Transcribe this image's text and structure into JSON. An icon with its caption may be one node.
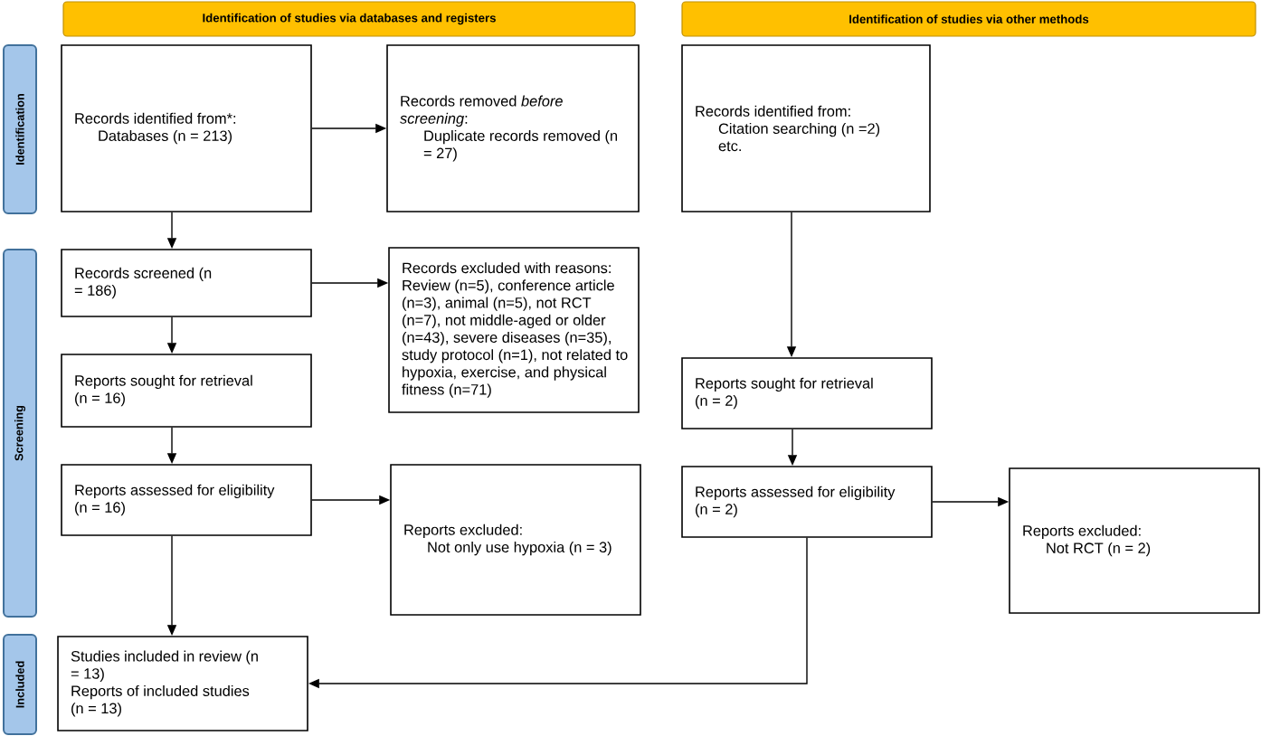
{
  "diagram": {
    "nodes": [
      {
        "text": [
          "Identification of studies via databases and registers"
        ]
      },
      {
        "text": [
          "Identification of studies via other methods"
        ]
      },
      {
        "text": [
          "Identification"
        ]
      },
      {
        "text": [
          "Screening"
        ]
      },
      {
        "text": [
          "Included"
        ]
      },
      {
        "text": [
          "Records identified from*:",
          "Databases (n = 213)"
        ]
      },
      {
        "text": [
          "Records removed *before screening*:",
          "Duplicate records removed (n = 27)"
        ]
      },
      {
        "text": [
          "Records identified from:",
          "Citation searching (n =2)",
          "etc."
        ]
      },
      {
        "text": [
          "Records screened (n = 186)"
        ]
      },
      {
        "text": [
          "Records excluded with reasons: Review (n=5), conference article (n=3), animal (n=5), not RCT (n=7), not middle-aged or older (n=43), severe diseases (n=35), study protocol (n=1), not related to hypoxia, exercise, and physical fitness (n=71)"
        ]
      },
      {
        "text": [
          "Reports sought for retrieval (n = 16)"
        ]
      },
      {
        "text": [
          "Reports sought for retrieval (n = 2)"
        ]
      },
      {
        "text": [
          "Reports assessed for eligibility (n = 16)"
        ]
      },
      {
        "text": [
          "Reports excluded:",
          "Not only use hypoxia (n = 3)"
        ]
      },
      {
        "text": [
          "Reports assessed for eligibility (n = 2)"
        ]
      },
      {
        "text": [
          "Reports excluded:",
          "Not RCT (n = 2)"
        ]
      },
      {
        "text": [
          "Studies included in review (n = 13)",
          "Reports of included studies (n = 13)"
        ]
      }
    ],
    "edges": [
      {
        "from": 5,
        "to": 6,
        "arrow": "to"
      },
      {
        "from": 5,
        "to": 8,
        "arrow": "to"
      },
      {
        "from": 8,
        "to": 9,
        "arrow": "to"
      },
      {
        "from": 8,
        "to": 10,
        "arrow": "to"
      },
      {
        "from": 10,
        "to": 12,
        "arrow": "to"
      },
      {
        "from": 12,
        "to": 13,
        "arrow": "to"
      },
      {
        "from": 12,
        "to": 16,
        "arrow": "to"
      },
      {
        "from": 7,
        "to": 11,
        "arrow": "to"
      },
      {
        "from": 11,
        "to": 14,
        "arrow": "to"
      },
      {
        "from": 14,
        "to": 15,
        "arrow": "to"
      },
      {
        "from": 14,
        "to": 16,
        "arrow": "to"
      }
    ]
  }
}
